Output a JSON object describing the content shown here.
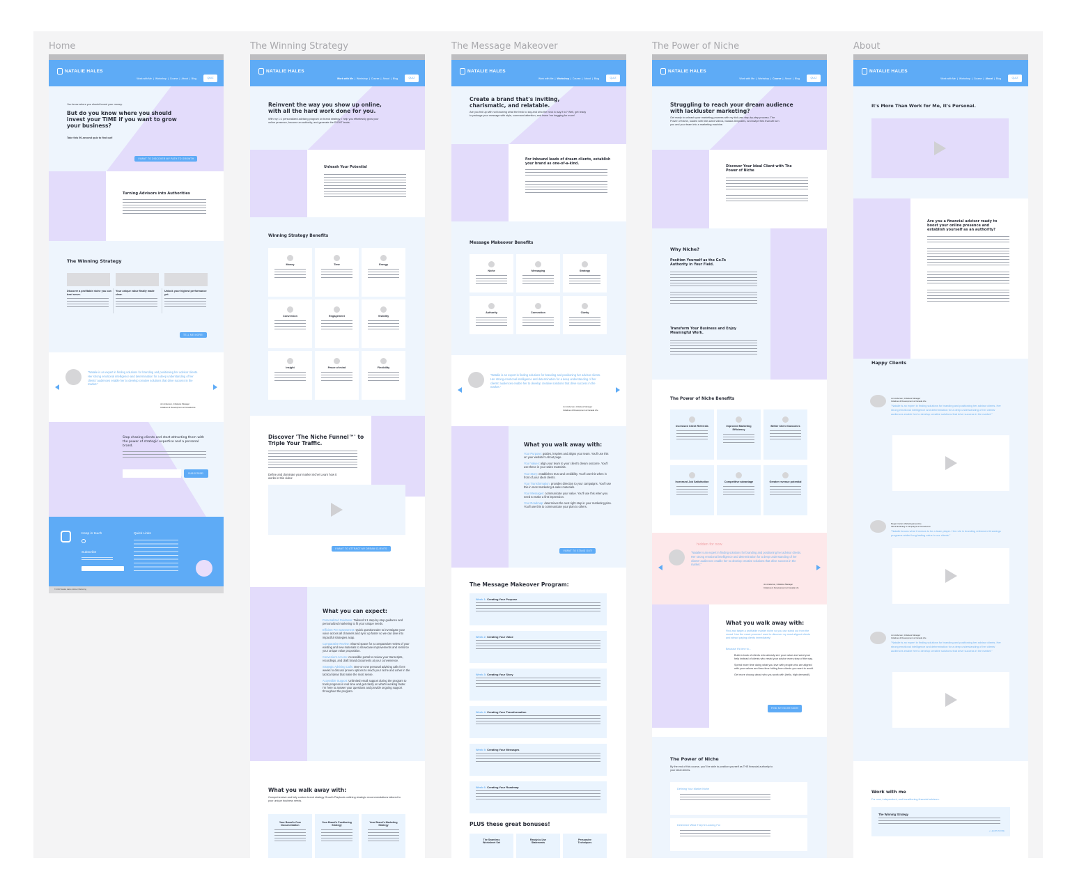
{
  "pages": [
    "Home",
    "The Winning Strategy",
    "The Message Makeover",
    "The Power of Niche",
    "About"
  ],
  "nav": {
    "brand": "NATALIE HALES",
    "links": [
      "Work with Me",
      "Workshop",
      "Course",
      "About",
      "Blog"
    ],
    "separator": "|",
    "quiz": "QUIZ"
  },
  "colors": {
    "nav_blue": "#5eabf6",
    "light_blue": "#eef5fd",
    "lavender": "#e3dcfb",
    "accent_text": "#6eb1ef",
    "hidden_pink": "#fde8ea"
  },
  "testimonial": {
    "quote": "\"Natalie is an expert in finding solutions for branding and positioning her advisor clients. Her strong emotional intelligence and determination for a deep understanding of her clients' audiences enable her to develop creative solutions that drive success in the market.\"",
    "author": "Jon Anderson, Initiatives Manager",
    "company": "Initiatives & Development at Canada Life"
  },
  "home": {
    "hero_kicker": "You know where you should invest your money.",
    "hero_title": "But do you know where you should invest your TIME if you want to grow your business?",
    "hero_sub": "Take this 90-second quiz to find out!",
    "hero_button": "I WANT TO DISCOVER MY PATH TO GROWTH",
    "advisors_title": "Turning Advisors into Authorities",
    "strategy_title": "The Winning Strategy",
    "strategy_cards": [
      {
        "title": "Discover a profitable niche you can best serve."
      },
      {
        "title": "Your unique value finally made clear."
      },
      {
        "title": "Unlock your highest performance yet."
      }
    ],
    "strategy_button": "TELL ME MORE!",
    "subscribe_title": "Stop chasing clients and start attracting them with the power of strategic expertise and a personal brand.",
    "subscribe_button": "SUBSCRIBE!",
    "footer": {
      "keep_in_touch": "Keep in touch",
      "subscribe": "Subscribe",
      "quick_links": "Quick Links",
      "copyright": "© 2023 Natalie Hales Advisor Marketing"
    }
  },
  "winning": {
    "hero_title": "Reinvent the way you show up online, with all the hard work done for you.",
    "hero_text": "With my 1:1 personalized advising program on brand strategy, I help you effortlessly grow your online presence, become an authority, and generate the RIGHT leads.",
    "unleash_title": "Unleash Your Potential",
    "benefits_title": "Winning Strategy Benefits",
    "benefits": [
      "Money",
      "Time",
      "Energy",
      "Conversion",
      "Engagement",
      "Visibility",
      "Insight",
      "Peace of mind",
      "Flexibility"
    ],
    "funnel_title": "Discover 'The Niche Funnel™' to Triple Your Traffic.",
    "funnel_sub": "Define and dominate your market niche! Learn how it works in this video:",
    "funnel_button": "I WANT TO ATTRACT MY DREAM CLIENTS",
    "expect_title": "What you can expect:",
    "expect": [
      {
        "label": "Personalized Guidance:",
        "text": " Tailored 1:1 step-by-step guidance and personalized marketing to fit your unique needs."
      },
      {
        "label": "Efficient Pre-assessment:",
        "text": " Quick questionnaire to investigate your voice across all channels and sync up faster so we can dive into impactful strategies asap."
      },
      {
        "label": "Comparative Review:",
        "text": " Shared space for a comparative review of your existing and new materials to showcase improvements and reinforce your unique value proposition."
      },
      {
        "label": "Convenient Access:",
        "text": " Accessible portal to review your transcripts, recordings, and draft brand documents at your convenience."
      },
      {
        "label": "Strategic Advising Calls:",
        "text": " One-on-one personal advising calls for 8 weeks to discuss proven options to reach your niche and usher in the tactical ideas that make the most sense."
      },
      {
        "label": "Accessible Support:",
        "text": " Unlimited email support during the program to track progress in real time and get clarity on what's working faster. I'm here to answer your questions and provide ongoing support throughout the program."
      }
    ],
    "walk_title": "What you walk away with:",
    "walk_text": "Comprehensive and fully custom brand strategy Growth Playbook outlining strategic recommendations tailored to your unique business needs.",
    "walk_cards": [
      "Your Brand's Core Documentation",
      "Your Brand's Positioning Strategy",
      "Your Brand's Marketing Strategy"
    ]
  },
  "message": {
    "hero_title": "Create a brand that's inviting, charismatic, and relatable.",
    "hero_text": "Are you fed up with not knowing what the heck to say and who the heck to say it to? Well, get ready to package your message with style, command attention, and leave 'em begging for more!",
    "inbound_title": "For inbound leads of dream clients, establish your brand as one-of-a-kind.",
    "benefits_title": "Message Makeover Benefits",
    "benefits": [
      "Niche",
      "Messaging",
      "Strategy",
      "Authority",
      "Connection",
      "Clarity"
    ],
    "walk_title": "What you walk away with:",
    "walk": [
      {
        "label": "Your Purpose:",
        "text": " guides, inspires and aligns your team. You'll use this on your website's About page."
      },
      {
        "label": "Your Values:",
        "text": " align your team to your client's dream outcome. You'll use these in your sales materials."
      },
      {
        "label": "Your Story:",
        "text": " establishes trust and credibility. You'll use this when in front of your ideal clients."
      },
      {
        "label": "Your Transformation:",
        "text": " provides direction to your campaigns. You'll use this in most marketing & sales materials."
      },
      {
        "label": "Your Messages:",
        "text": " communicate your value. You'll use this when you need to make a first impression."
      },
      {
        "label": "Your Roadmap:",
        "text": " determines the next right step in your marketing plan. You'll use this to communicate your plan to others."
      }
    ],
    "walk_button": "I WANT TO STAND OUT!",
    "program_title": "The Message Makeover Program:",
    "weeks": [
      {
        "week": "Week 1:",
        "title": " Creating Your Purpose"
      },
      {
        "week": "Week 2:",
        "title": " Creating Your Value"
      },
      {
        "week": "Week 3:",
        "title": " Creating Your Story"
      },
      {
        "week": "Week 4:",
        "title": " Creating Your Transformation"
      },
      {
        "week": "Week 5:",
        "title": " Creating Your Messages"
      },
      {
        "week": "Week 6:",
        "title": " Creating Your Roadmap"
      }
    ],
    "bonus_title": "PLUS these great bonuses!",
    "bonuses": [
      "The Seamless Worksheet Set",
      "Ready-to-Use Statements",
      "Persuasive Techniques"
    ]
  },
  "niche": {
    "hero_title": "Struggling to reach your dream audience with lackluster marketing?",
    "hero_text": "Get ready to unleash your marketing prowess with my kick-ass step-by-step process. The Power of Niche, loaded with bite-sized videos, badass templates, and swipe files that will turn you and your team into a marketing machine.",
    "discover_title": "Discover Your Ideal Client with The Power of Niche",
    "why_title": "Why Niche?",
    "why_sub1": "Position Yourself as the Go-To Authority in Your Field.",
    "why_sub2": "Transform Your Business and Enjoy Meaningful Work.",
    "benefits_title": "The Power of Niche Benefits",
    "benefits": [
      "Increased Client Referrals",
      "Improved Marketing Efficiency",
      "Better Client Outcomes",
      "Increased Job Satisfaction",
      "Competitive advantage",
      "Greater revenue potential"
    ],
    "hidden_label": "hidden for now",
    "walk_title": "What you walk away with:",
    "walk_lead": "Find and target a profitable market niche so you can stand out from the crowd. Use the exact process I used to discover my most aligned clients and attract paying clients immediately!",
    "walk_because": "Because it's time to…",
    "walk_points": [
      "Build a book of clients who already see your value and want your help instead of clients who resist your advice every step of the way.",
      "Spend more time doing what you love with people who are aligned with your values and less time hiding from clients you want to avoid.",
      "Get more choosy about who you work with (hello, high demand!)."
    ],
    "walk_button": "FIND MY NICHE NOW!",
    "power_title": "The Power of Niche",
    "power_text": "By the end of this course, you'll be able to position yourself as THE financial authority to your ideal clients.",
    "modules": [
      "Defining Your Market Niche",
      "Determine What They're Looking For"
    ]
  },
  "about": {
    "hero_title": "It's More Than Work for Me, It's Personal.",
    "advisor_title": "Are you a financial advisor ready to boost your online presence and establish yourself as an authority?",
    "clients_title": "Happy Clients",
    "clients": [
      {
        "author": "Jon Anderson, Initiatives Manager",
        "company": "Initiatives & Development at Canada Life",
        "quote": "\"Natalie is an expert in finding solutions for branding and positioning her advisor clients. Her strong emotional intelligence and determination for a deep understanding of her clients' audiences enable her to develop creative solutions that drive success in the market.\""
      },
      {
        "author": "Megan Carter, Marketing Executive",
        "company": "Client Marketing & Campaigns at Canada Life",
        "quote": "\"Natalie knows what it means to be a team player. Her role in branding retirement & savings programs added long-lasting value to our clients.\""
      },
      {
        "author": "Jon Anderson, Initiatives Manager",
        "company": "Initiatives & Development at Canada Life",
        "quote": "\"Natalie is an expert in finding solutions for branding and positioning her advisor clients. Her strong emotional intelligence and determination for a deep understanding of her clients' audiences enable her to develop creative solutions that drive success in the market.\""
      }
    ],
    "work_title": "Work with me",
    "work_sub": "For new, independent, and transitioning financial advisors.",
    "work_card_title": "The Winning Strategy",
    "work_card_link": "+ LEARN MORE"
  }
}
